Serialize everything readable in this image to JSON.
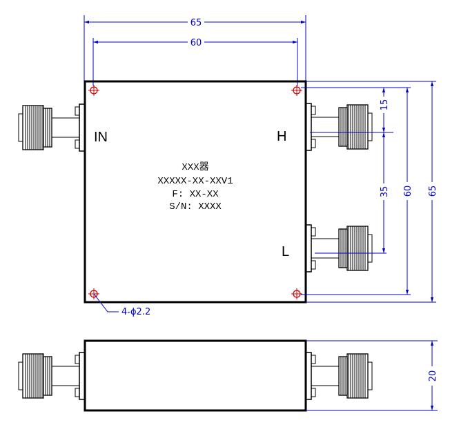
{
  "dimensions": {
    "top_overall": "65",
    "top_holes": "60",
    "right_offset": "15",
    "right_ports": "35",
    "right_holes": "60",
    "right_overall": "65",
    "height": "20",
    "holes": "4-ϕ2.2"
  },
  "ports": {
    "input": "IN",
    "high": "H",
    "low": "L"
  },
  "nameplate": {
    "line1": "XXX器",
    "line2": "XXXXX-XX-XXV1",
    "line3": "F: XX-XX",
    "line4": "S/N: XXXX"
  },
  "colors": {
    "dimension": "#0000cc",
    "hole": "#cc0000",
    "outline": "#000000"
  }
}
